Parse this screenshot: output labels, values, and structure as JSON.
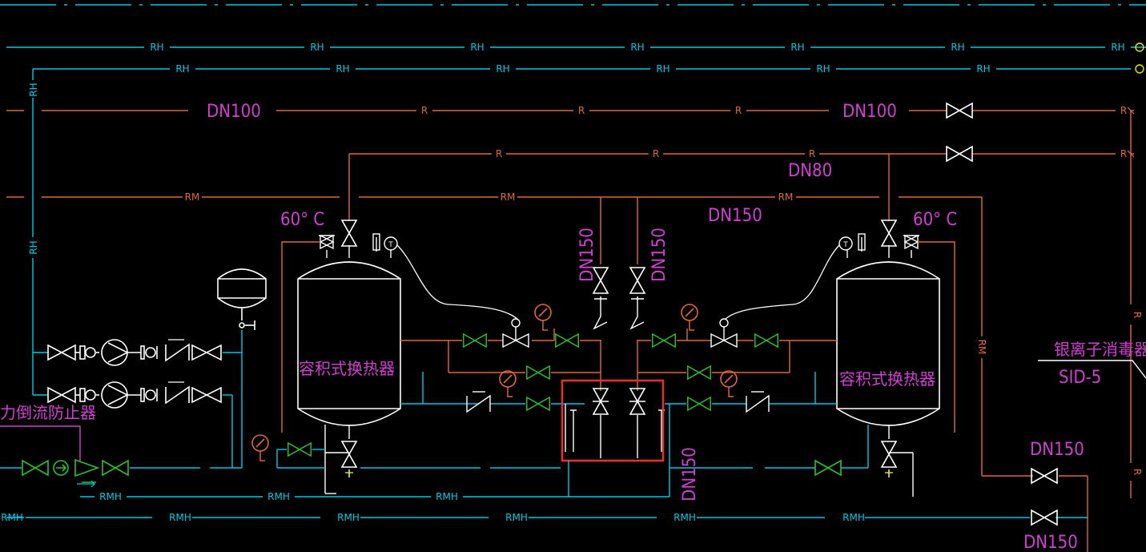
{
  "colors": {
    "background": "#000000",
    "cyan": "#00c8e6",
    "orange": "#e0683a",
    "white": "#ffffff",
    "magenta": "#d040d0",
    "green": "#2fbf2f",
    "yellow": "#e6e600",
    "highlight_red": "#e03030"
  },
  "pipe_labels": {
    "rh": "RH",
    "r": "R",
    "rm": "RM",
    "rmh": "RMH"
  },
  "dimension_labels": {
    "dn100_left": "DN100",
    "dn100_right": "DN100",
    "dn80": "DN80",
    "dn150_top": "DN150",
    "dn150_vert_left": "DN150",
    "dn150_vert_right": "DN150",
    "dn150_bottom_vert": "DN150",
    "dn150_right_a": "DN150",
    "dn150_right_b": "DN150"
  },
  "temperature_labels": {
    "left": "60° C",
    "right": "60° C"
  },
  "equipment": {
    "heat_exchanger_left": "容积式换热器",
    "heat_exchanger_right": "容积式换热器",
    "backflow_preventer": "力倒流防止器",
    "silver_ion_disinfector": "银离子消毒器",
    "disinfector_model": "SID-5"
  },
  "icons": [
    "gate-valve-icon",
    "pump-icon",
    "check-valve-icon",
    "pressure-gauge-icon",
    "thermometer-icon",
    "thermostatic-valve-icon",
    "expansion-tank-icon"
  ]
}
